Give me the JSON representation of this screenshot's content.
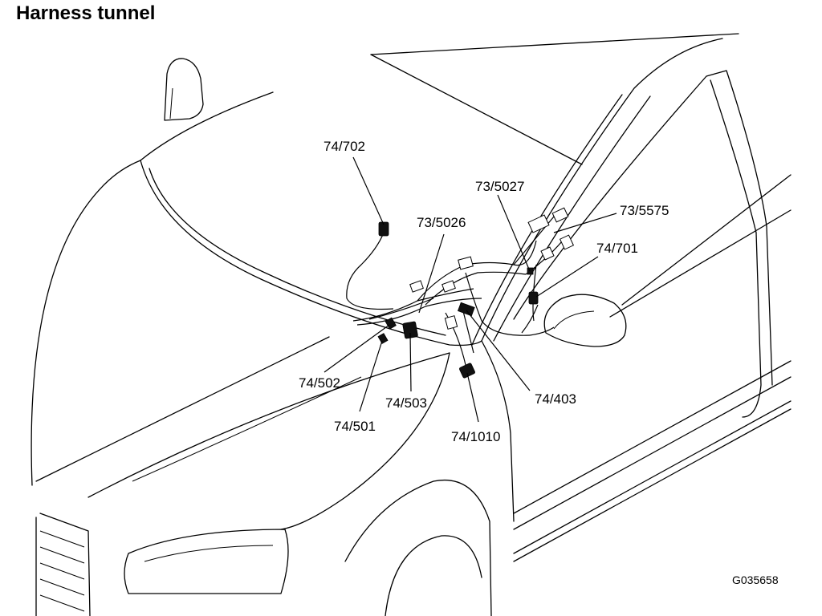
{
  "title": "Harness tunnel",
  "figure_id": "G035658",
  "callouts": [
    {
      "id": "74-702",
      "label": "74/702"
    },
    {
      "id": "73-5026",
      "label": "73/5026"
    },
    {
      "id": "73-5027",
      "label": "73/5027"
    },
    {
      "id": "73-5575",
      "label": "73/5575"
    },
    {
      "id": "74-701",
      "label": "74/701"
    },
    {
      "id": "74-502",
      "label": "74/502"
    },
    {
      "id": "74-501",
      "label": "74/501"
    },
    {
      "id": "74-503",
      "label": "74/503"
    },
    {
      "id": "74-1010",
      "label": "74/1010"
    },
    {
      "id": "74-403",
      "label": "74/403"
    }
  ]
}
